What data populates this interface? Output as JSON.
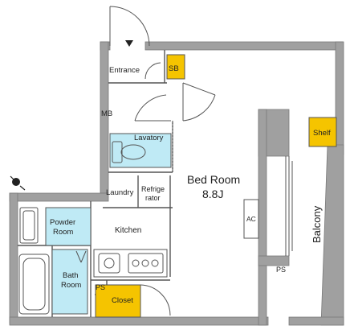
{
  "rooms": {
    "entrance": "Entrance",
    "sb": "SB",
    "mb": "MB",
    "lavatory": "Lavatory",
    "bedroom_name": "Bed Room",
    "bedroom_size": "8.8J",
    "laundry": "Laundry",
    "refrigerator_line1": "Refrige",
    "refrigerator_line2": "rator",
    "kitchen": "Kitchen",
    "powder_line1": "Powder",
    "powder_line2": "Room",
    "bath_line1": "Bath",
    "bath_line2": "Room",
    "ps_left": "PS",
    "closet": "Closet",
    "shelf": "Shelf",
    "balcony": "Balcony",
    "ps_right": "PS",
    "ac": "AC"
  },
  "colors": {
    "wall": "#a0a0a0",
    "wall_stroke": "#7a7a7a",
    "storage": "#f5c400",
    "water": "#bfeaf5",
    "line": "#555555"
  },
  "icons": [
    "compass-icon",
    "entrance-arrow-icon",
    "stove-icon",
    "sink-icon",
    "toilet-icon",
    "bathtub-icon"
  ]
}
